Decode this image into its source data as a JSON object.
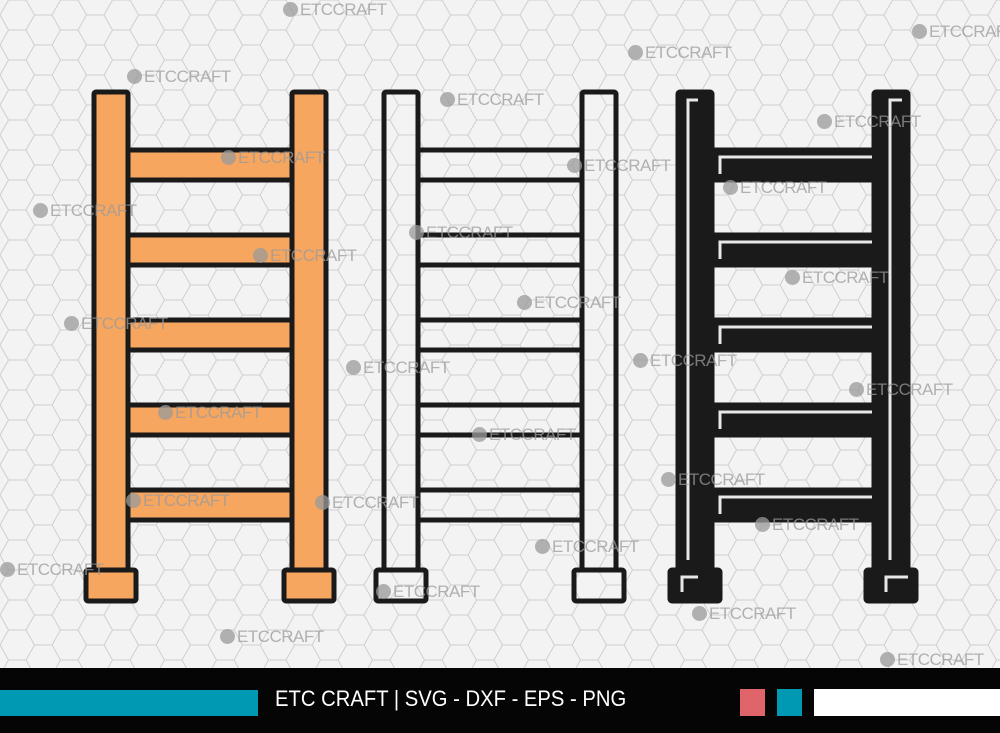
{
  "watermark": "ETC CRAFT",
  "footer": {
    "brand": "ETC CRAFT",
    "separator": "|",
    "formats": "SVG - DXF - EPS - PNG"
  },
  "colors": {
    "orange": "#f7a660",
    "outline": "#1a1a1a",
    "teal": "#0099b3",
    "pink": "#e0656b",
    "footer_bg": "#050505"
  },
  "ladders": [
    {
      "style": "orange-filled"
    },
    {
      "style": "outline"
    },
    {
      "style": "black-silhouette"
    }
  ]
}
